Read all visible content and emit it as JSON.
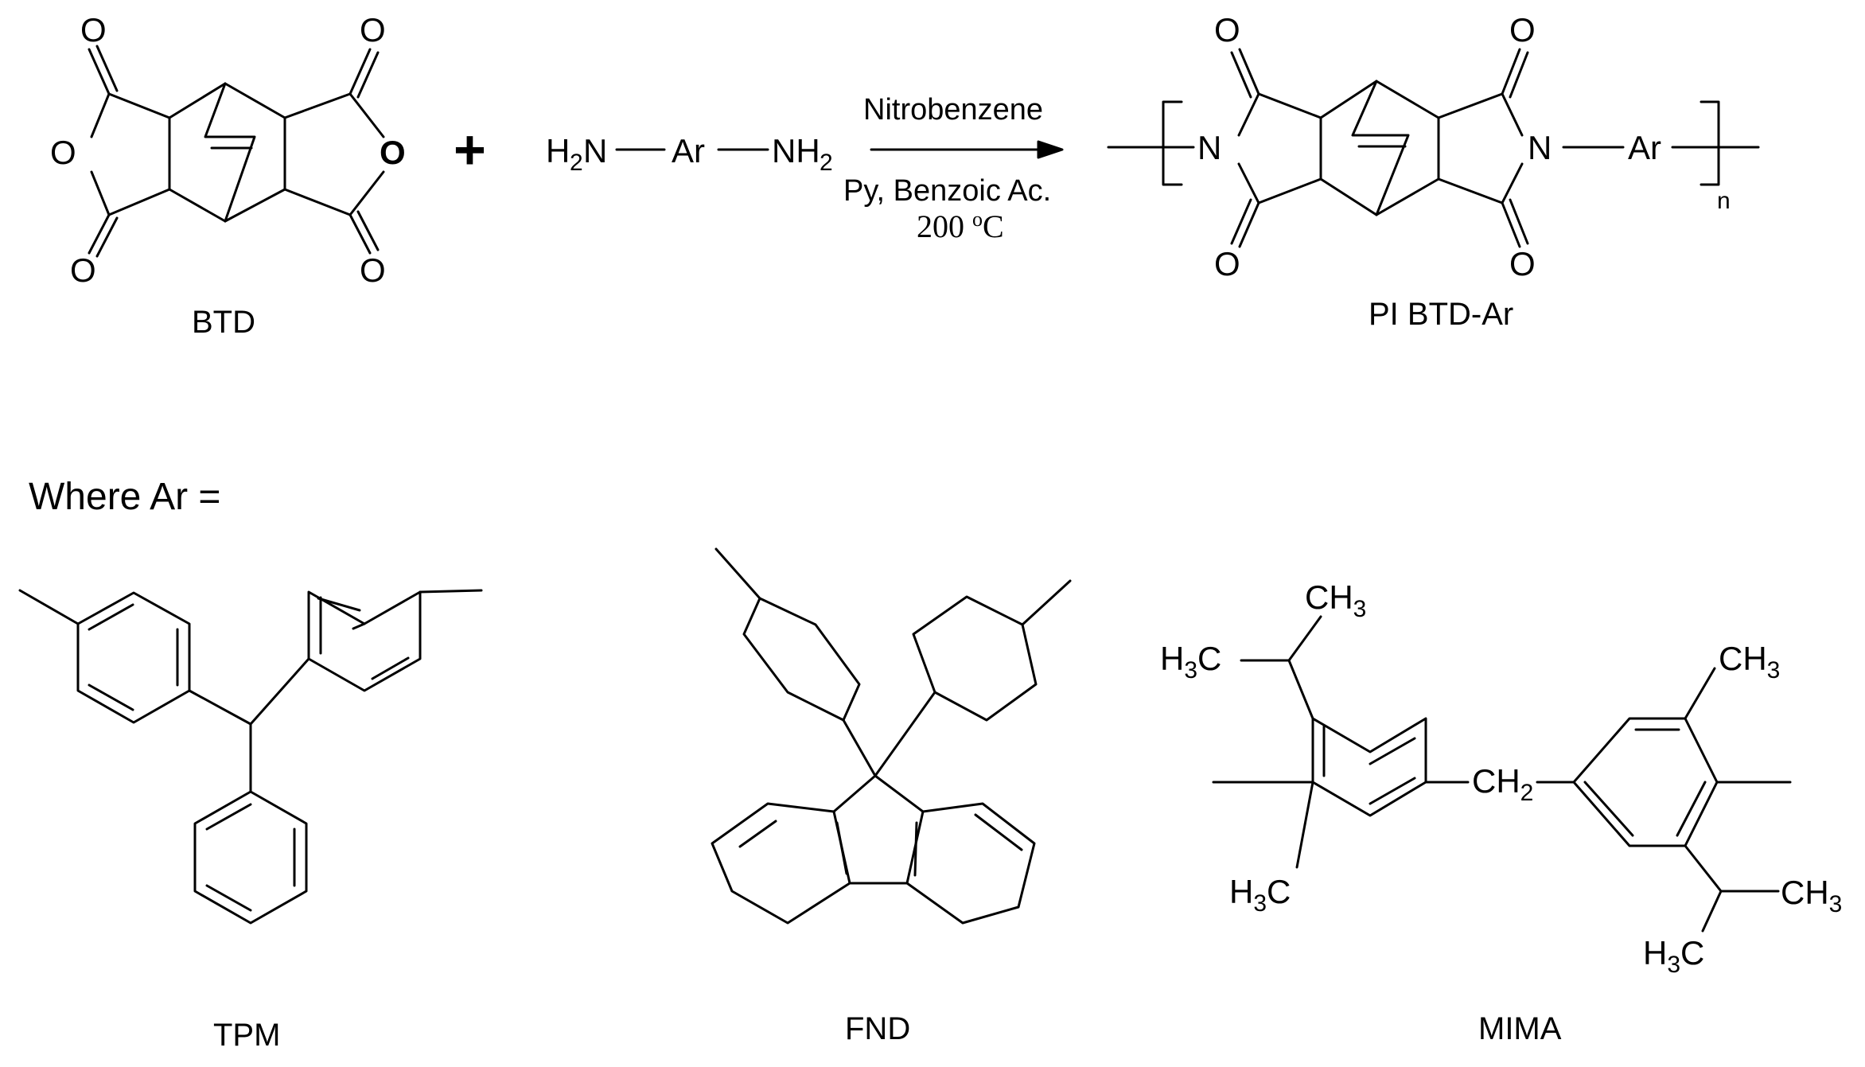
{
  "reaction": {
    "reactant1_label": "BTD",
    "plus": "+",
    "diamine": {
      "left": "H",
      "left_sub": "2",
      "left_n": "N",
      "ar": "Ar",
      "right": "NH",
      "right_sub": "2"
    },
    "conditions": {
      "solvent": "Nitrobenzene",
      "reagents": "Py, Benzoic Ac.",
      "temperature_value": "200 ",
      "temperature_sup": "o",
      "temperature_unit": "C"
    },
    "product_label": "PI BTD-Ar",
    "repeat": "n",
    "atoms": {
      "O": "O",
      "N": "N",
      "Ar": "Ar"
    }
  },
  "legend": {
    "where_text": "Where Ar ="
  },
  "aryl_units": [
    {
      "label": "TPM"
    },
    {
      "label": "FND"
    },
    {
      "label": "MIMA"
    }
  ],
  "mima_groups": {
    "H": "H",
    "sub3": "3",
    "C": "C",
    "CH": "CH",
    "CH2": "CH",
    "sub2": "2"
  }
}
